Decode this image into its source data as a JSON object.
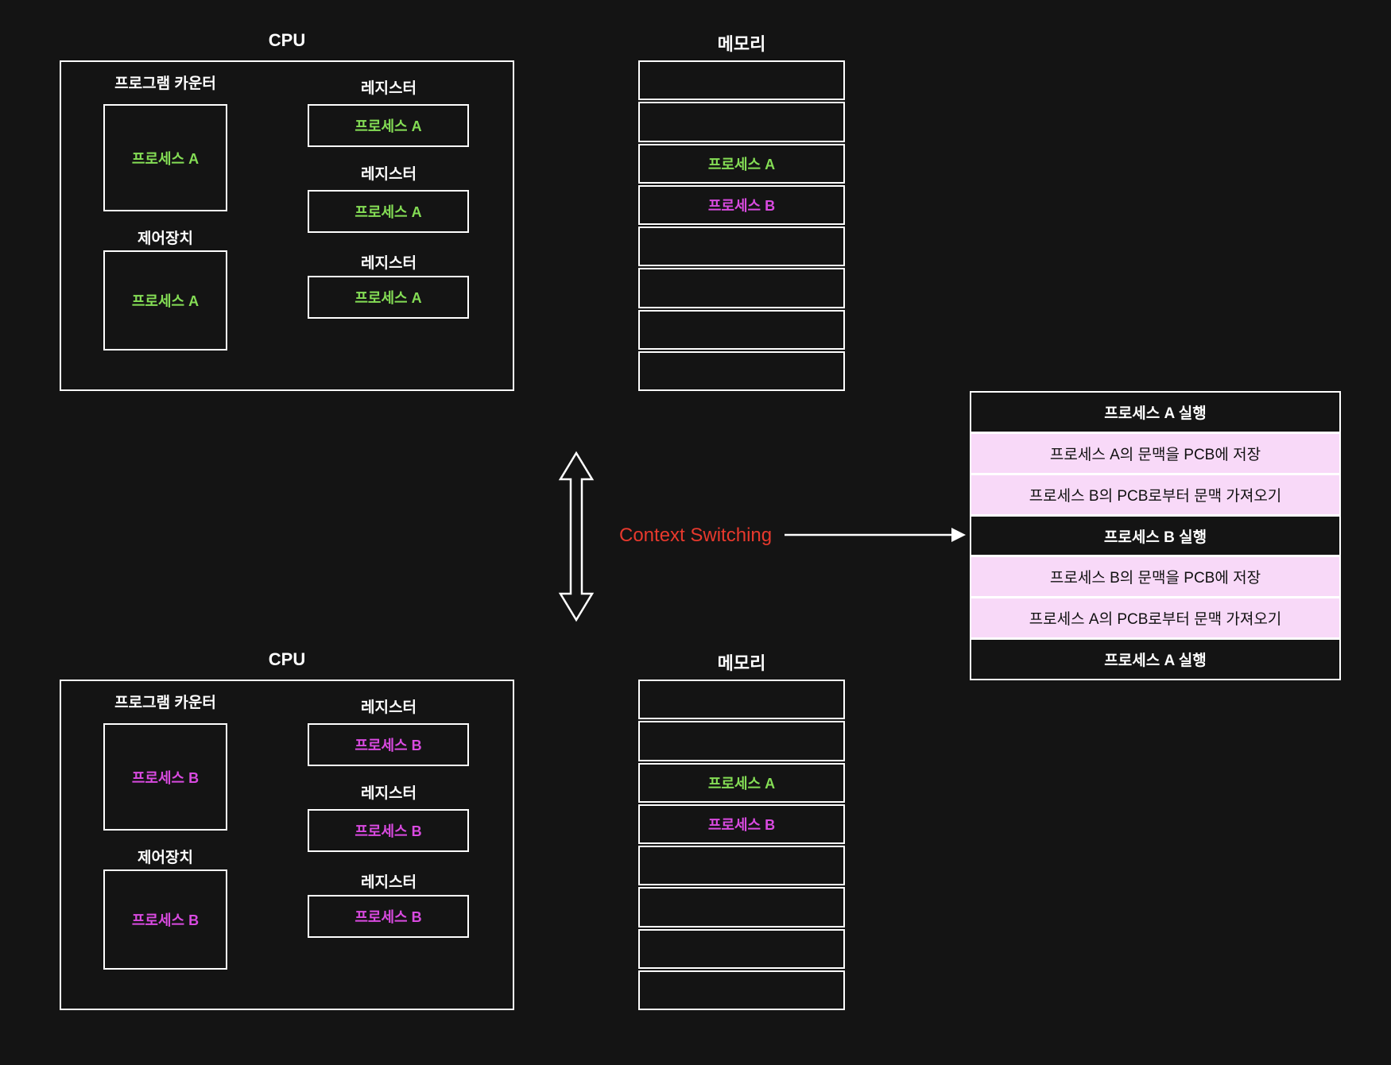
{
  "colors": {
    "background": "#141414",
    "line_white": "#ffffff",
    "process_a_green": "#84dd55",
    "process_b_magenta": "#d94ae0",
    "context_red": "#e8392d",
    "pcb_pink": "#f8d9f8",
    "pink_row_text": "#111111"
  },
  "top_section": {
    "cpu": {
      "title": "CPU",
      "program_counter_label": "프로그램 카운터",
      "program_counter_value": "프로세스 A",
      "control_unit_label": "제어장치",
      "control_unit_value": "프로세스 A",
      "registers": [
        {
          "label": "레지스터",
          "value": "프로세스 A"
        },
        {
          "label": "레지스터",
          "value": "프로세스 A"
        },
        {
          "label": "레지스터",
          "value": "프로세스 A"
        }
      ]
    },
    "memory": {
      "title": "메모리",
      "rows": [
        "",
        "",
        "프로세스 A",
        "프로세스 B",
        "",
        "",
        "",
        ""
      ]
    }
  },
  "bottom_section": {
    "cpu": {
      "title": "CPU",
      "program_counter_label": "프로그램 카운터",
      "program_counter_value": "프로세스 B",
      "control_unit_label": "제어장치",
      "control_unit_value": "프로세스 B",
      "registers": [
        {
          "label": "레지스터",
          "value": "프로세스 B"
        },
        {
          "label": "레지스터",
          "value": "프로세스 B"
        },
        {
          "label": "레지스터",
          "value": "프로세스 B"
        }
      ]
    },
    "memory": {
      "title": "메모리",
      "rows": [
        "",
        "",
        "프로세스 A",
        "프로세스 B",
        "",
        "",
        "",
        ""
      ]
    }
  },
  "context_switching": {
    "label": "Context Switching"
  },
  "pcb_table": {
    "rows": [
      {
        "text": "프로세스 A 실행",
        "style": "dark"
      },
      {
        "text": "프로세스 A의 문맥을 PCB에 저장",
        "style": "pink"
      },
      {
        "text": "프로세스 B의 PCB로부터 문맥 가져오기",
        "style": "pink"
      },
      {
        "text": "프로세스 B 실행",
        "style": "dark"
      },
      {
        "text": "프로세스 B의 문맥을 PCB에 저장",
        "style": "pink"
      },
      {
        "text": "프로세스 A의 PCB로부터 문맥 가져오기",
        "style": "pink"
      },
      {
        "text": "프로세스 A 실행",
        "style": "dark"
      }
    ]
  }
}
